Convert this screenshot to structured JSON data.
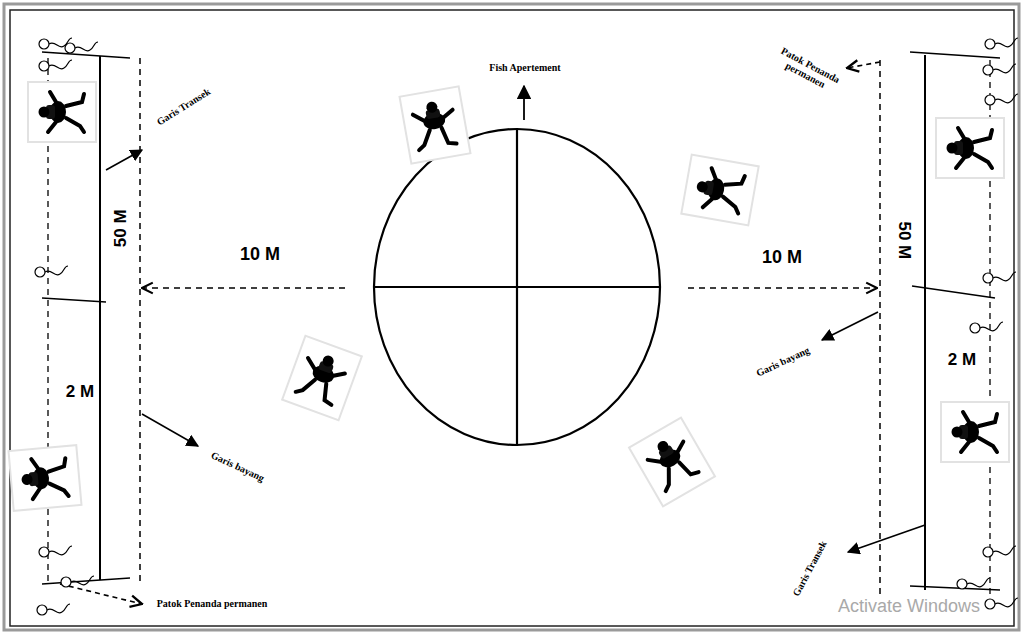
{
  "diagram": {
    "labels": [
      "Fish Apertement",
      "Patok Penanda permanen",
      "Garis Transek",
      "50 M",
      "10 M",
      "10 M",
      "50 M",
      "Garis bayang",
      "2 M",
      "2 M",
      "Garis bayang",
      "Garis Transek",
      "Patok Penanda permanen",
      "Activate Windows"
    ]
  }
}
